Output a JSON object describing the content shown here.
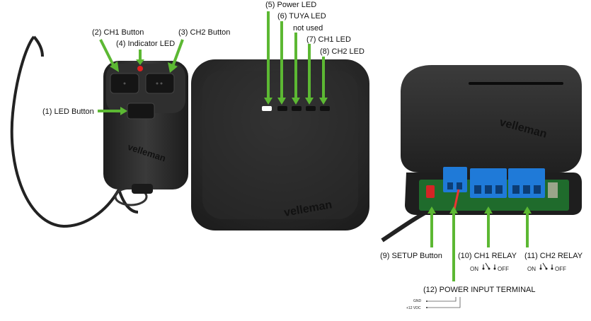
{
  "brand": "velleman",
  "labels": {
    "led_button": "(1) LED Button",
    "ch1_button": "(2) CH1 Button",
    "ch2_button": "(3) CH2 Button",
    "indicator_led": "(4) Indicator LED",
    "power_led": "(5) Power LED",
    "tuya_led": "(6) TUYA LED",
    "tuya_led_note": "not used",
    "ch1_led": "(7) CH1 LED",
    "ch2_led": "(8) CH2 LED",
    "setup_button": "(9) SETUP Button",
    "ch1_relay": "(10) CH1 RELAY",
    "ch2_relay": "(11) CH2 RELAY",
    "power_input": "(12) POWER INPUT TERMINAL"
  },
  "switch_states": {
    "on": "ON",
    "off": "OFF"
  },
  "power_terminals": {
    "gnd": "GND",
    "vdc": "+12 VDC"
  },
  "colors": {
    "arrow": "#5cb833",
    "device_dark": "#2a2a2a",
    "terminal_blue": "#1f7ad8",
    "indicator_red": "#e02020"
  }
}
